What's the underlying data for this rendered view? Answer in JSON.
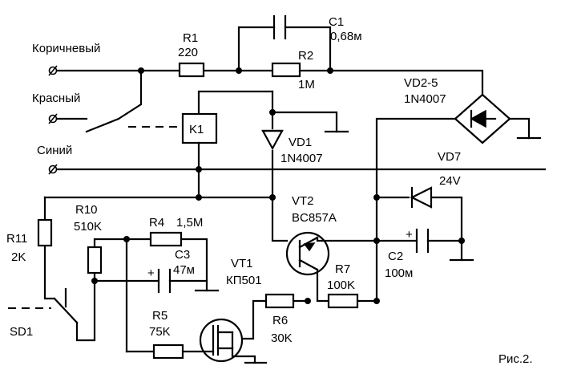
{
  "terminals": {
    "brown": "Коричневый",
    "red": "Красный",
    "blue": "Синий"
  },
  "components": {
    "r1": {
      "ref": "R1",
      "value": "220"
    },
    "r2": {
      "ref": "R2",
      "value": "1M"
    },
    "c1": {
      "ref": "C1",
      "value": "0,68м"
    },
    "vd25": {
      "ref": "VD2-5",
      "value": "1N4007"
    },
    "k1": {
      "ref": "K1"
    },
    "vd1": {
      "ref": "VD1",
      "value": "1N4007"
    },
    "vd7": {
      "ref": "VD7",
      "value": "24V"
    },
    "vt2": {
      "ref": "VT2",
      "value": "BC857A"
    },
    "r10": {
      "ref": "R10",
      "value": "510K"
    },
    "r4": {
      "ref": "R4",
      "value": "1,5M"
    },
    "r11": {
      "ref": "R11",
      "value": "2K"
    },
    "c3": {
      "ref": "C3",
      "value": "47м"
    },
    "vt1": {
      "ref": "VT1",
      "value": "КП501"
    },
    "r7": {
      "ref": "R7",
      "value": "100K"
    },
    "c2": {
      "ref": "C2",
      "value": "100м"
    },
    "r5": {
      "ref": "R5",
      "value": "75K"
    },
    "r6": {
      "ref": "R6",
      "value": "30K"
    },
    "sd1": {
      "ref": "SD1"
    }
  },
  "plus_sign": "+",
  "caption": "Рис.2."
}
